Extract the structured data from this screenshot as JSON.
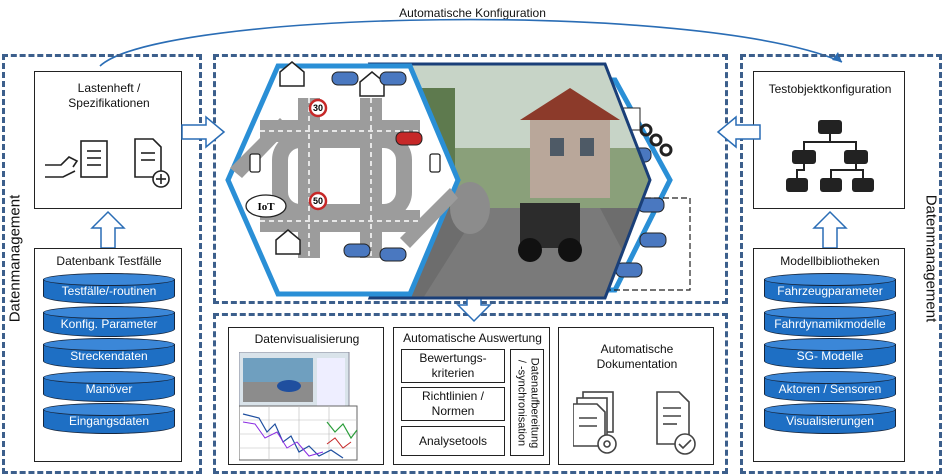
{
  "top_arrow_label": "Automatische Konfiguration",
  "side_label_left": "Datenmanagement",
  "side_label_right": "Datenmanagement",
  "lastenheft": {
    "line1": "Lastenheft /",
    "line2": "Spezifikationen"
  },
  "testobjekt": {
    "title": "Testobjektkonfiguration"
  },
  "datenbank": {
    "title": "Datenbank Testfälle",
    "items": [
      "Testfälle/-routinen",
      "Konfig. Parameter",
      "Streckendaten",
      "Manöver",
      "Eingangsdaten"
    ]
  },
  "modell": {
    "title": "Modellbibliotheken",
    "items": [
      "Fahrzeugparameter",
      "Fahrdynamikmodelle",
      "SG- Modelle",
      "Aktoren / Sensoren",
      "Visualisierungen"
    ]
  },
  "center_scene": {
    "iot": "IoT",
    "sign_30": "30",
    "sign_50": "50"
  },
  "datenvis": {
    "title": "Datenvisualisierung"
  },
  "auswertung": {
    "title": "Automatische Auswertung",
    "items": [
      {
        "line1": "Bewertungs-",
        "line2": "kriterien"
      },
      {
        "line1": "Richtlinien /",
        "line2": "Normen"
      },
      {
        "line1": "Analysetools",
        "line2": ""
      }
    ],
    "vertical_line1": "Datenaufbereitung",
    "vertical_line2": "/ -synchronisation"
  },
  "doku": {
    "line1": "Automatische",
    "line2": "Dokumentation"
  },
  "colors": {
    "dash": "#3c5f8c",
    "cylinder": "#1e6fc4",
    "accent": "#2a8fd6"
  }
}
